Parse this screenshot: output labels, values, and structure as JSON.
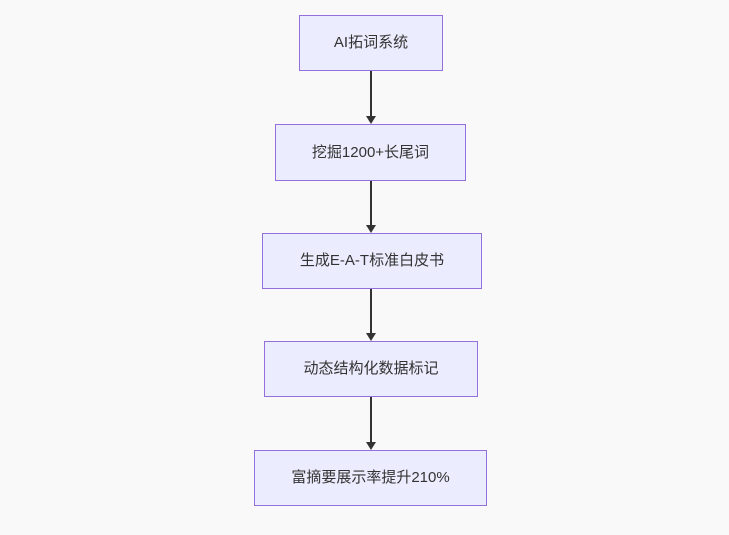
{
  "diagram": {
    "type": "flowchart",
    "direction": "top-down",
    "nodes": [
      {
        "id": "n1",
        "label": "AI拓词系统"
      },
      {
        "id": "n2",
        "label": "挖掘1200+长尾词"
      },
      {
        "id": "n3",
        "label": "生成E-A-T标准白皮书"
      },
      {
        "id": "n4",
        "label": "动态结构化数据标记"
      },
      {
        "id": "n5",
        "label": "富摘要展示率提升210%"
      }
    ],
    "edges": [
      {
        "from": "AI拓词系统",
        "to": "挖掘1200+长尾词"
      },
      {
        "from": "挖掘1200+长尾词",
        "to": "生成E-A-T标准白皮书"
      },
      {
        "from": "生成E-A-T标准白皮书",
        "to": "动态结构化数据标记"
      },
      {
        "from": "动态结构化数据标记",
        "to": "富摘要展示率提升210%"
      }
    ],
    "colors": {
      "background": "#f9f9f9",
      "node_fill": "#ECECFF",
      "node_border": "#9370DB",
      "text": "#333333",
      "arrow": "#333333"
    }
  }
}
